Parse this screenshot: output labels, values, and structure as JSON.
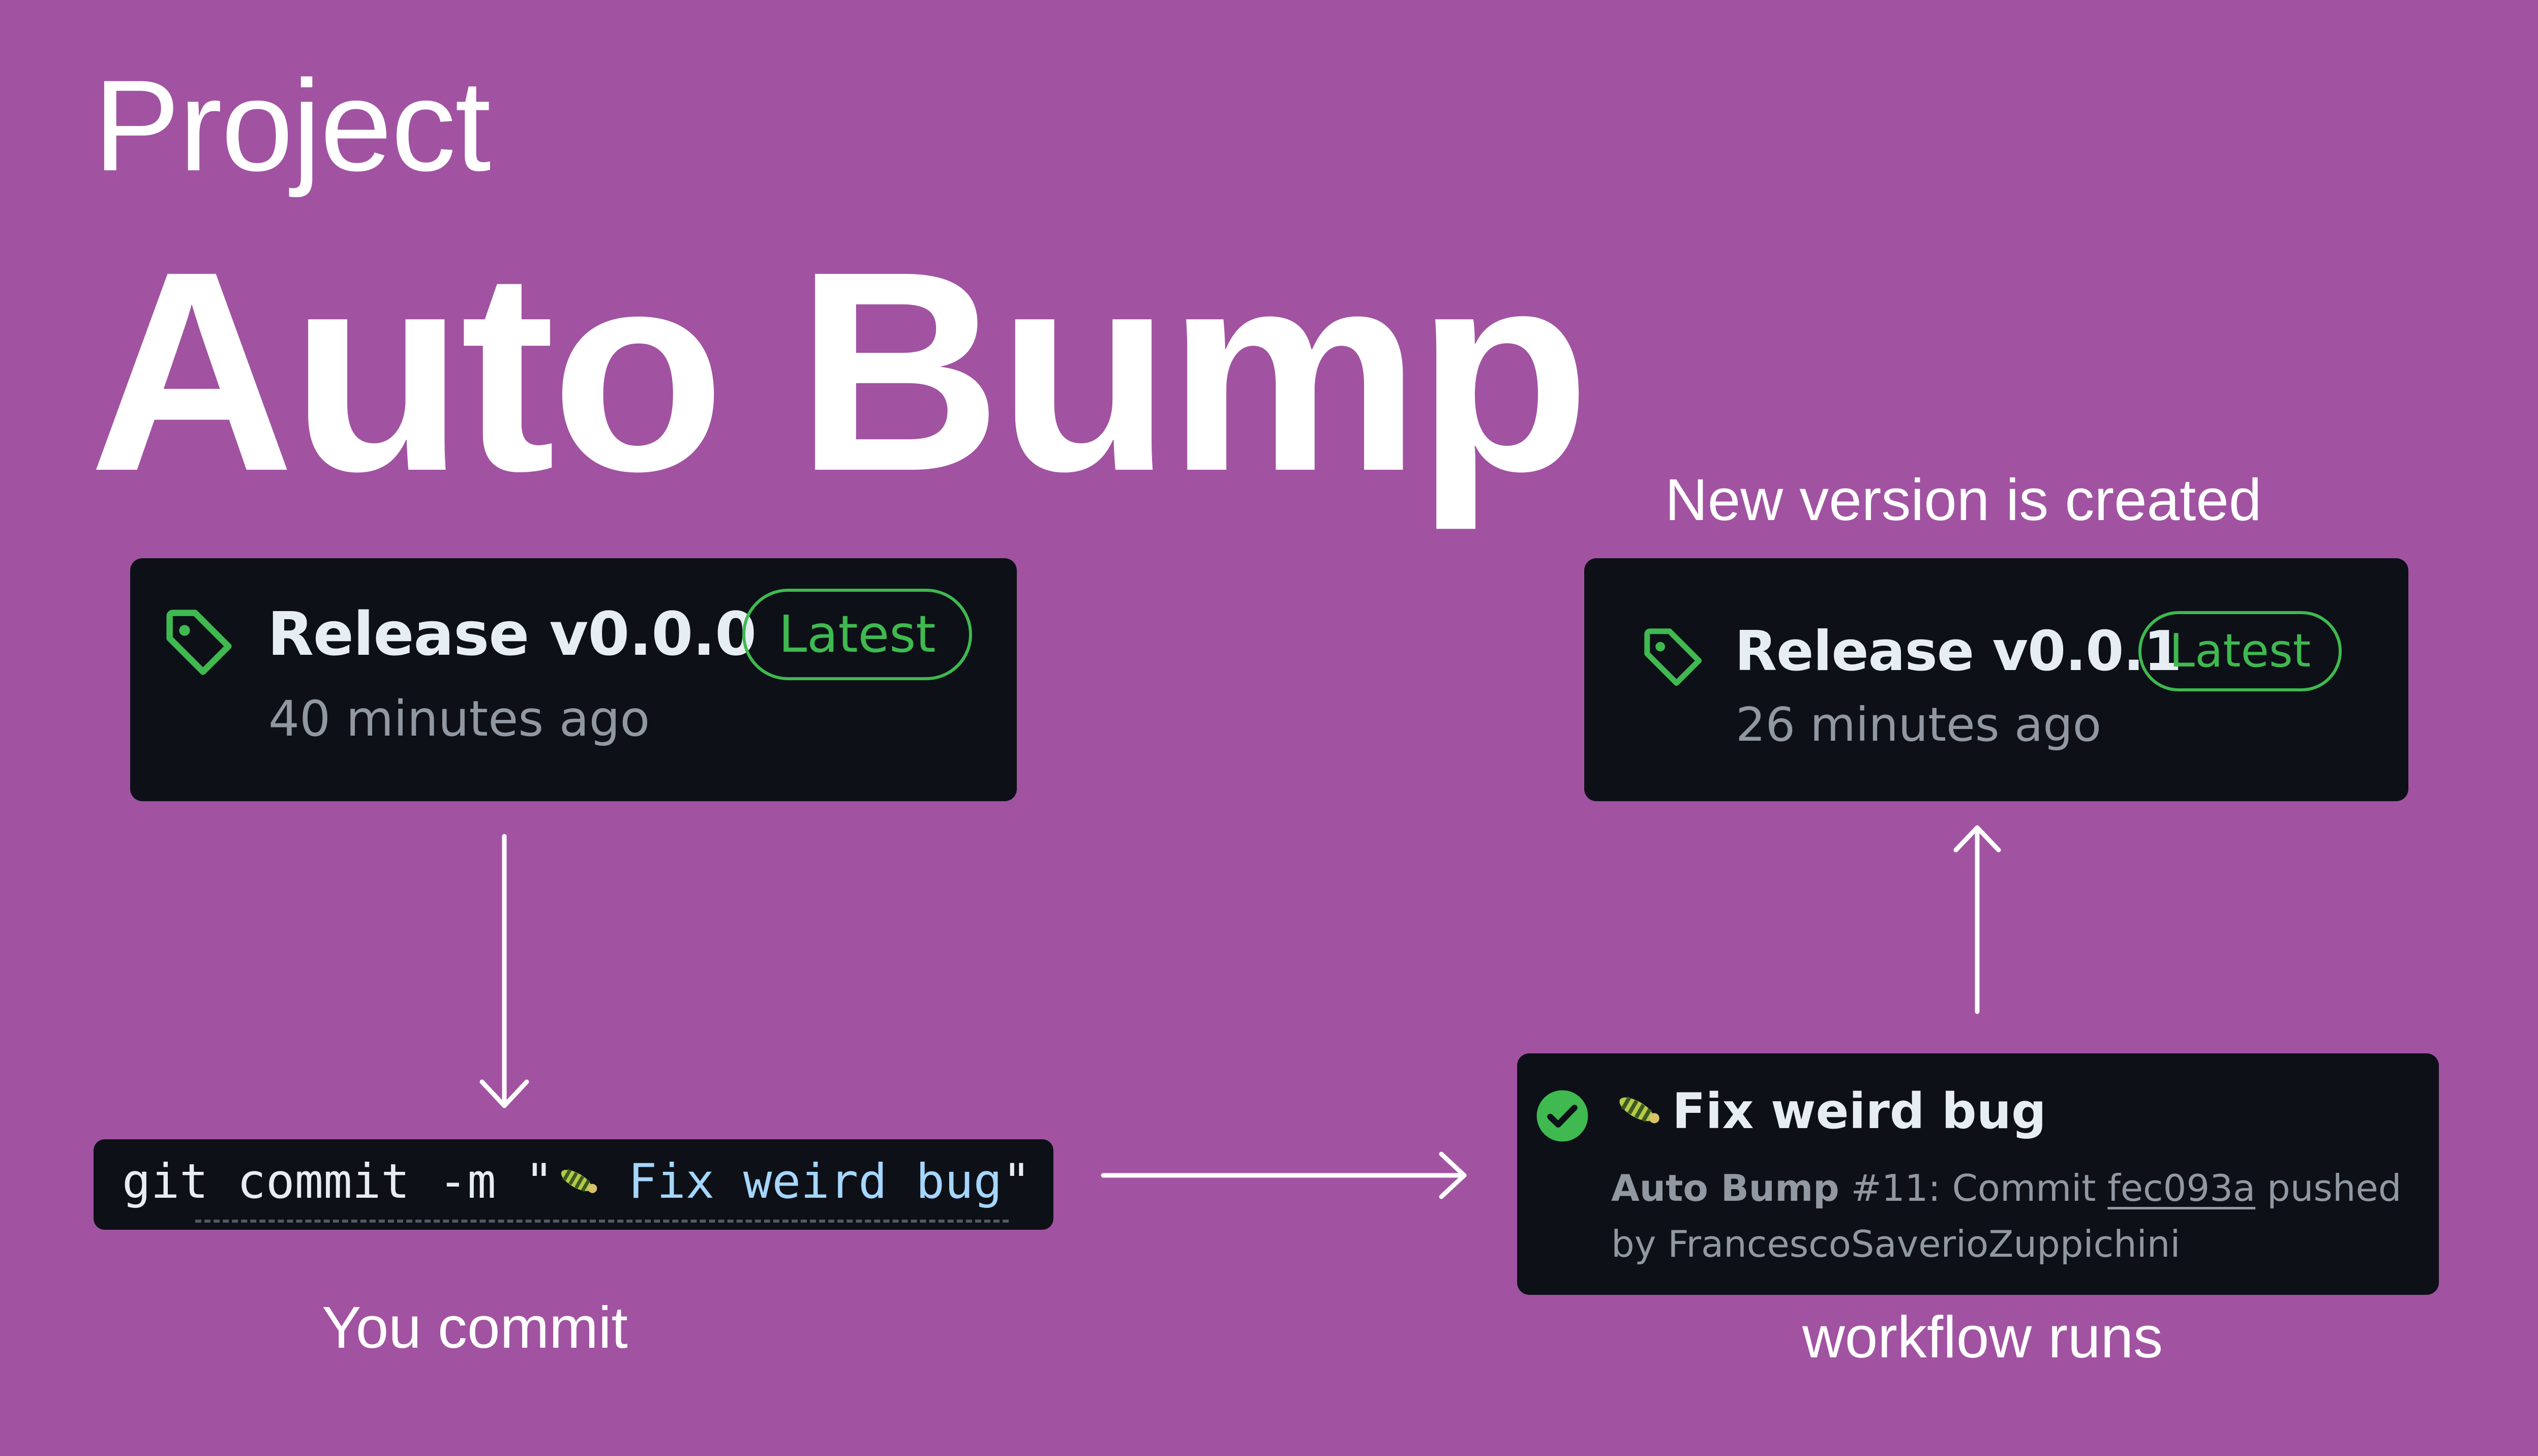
{
  "header": {
    "project_label": "Project",
    "title": "Auto Bump"
  },
  "before_release": {
    "title": "Release v0.0.0",
    "badge": "Latest",
    "time": "40 minutes ago",
    "icon": "tag-icon"
  },
  "after_release": {
    "caption": "New version is created",
    "title": "Release v0.0.1",
    "badge": "Latest",
    "time": "26 minutes ago",
    "icon": "tag-icon"
  },
  "commit": {
    "command": "git commit -m",
    "message": "Fix weird bug",
    "emoji_icon": "bug-emoji",
    "caption": "You commit"
  },
  "workflow": {
    "status_icon": "check-circle-icon",
    "emoji_icon": "bug-emoji",
    "run_title": "Fix weird bug",
    "workflow_name": "Auto Bump",
    "run_number": "#11: Commit",
    "commit_sha": "fec093a",
    "pushed_by_label": "pushed by",
    "author": "FrancescoSaverioZuppichini",
    "caption": "workflow runs"
  },
  "colors": {
    "background": "#a153a1",
    "card": "#0d1117",
    "accent_green": "#3fb950",
    "string_blue": "#a5d6ff"
  }
}
